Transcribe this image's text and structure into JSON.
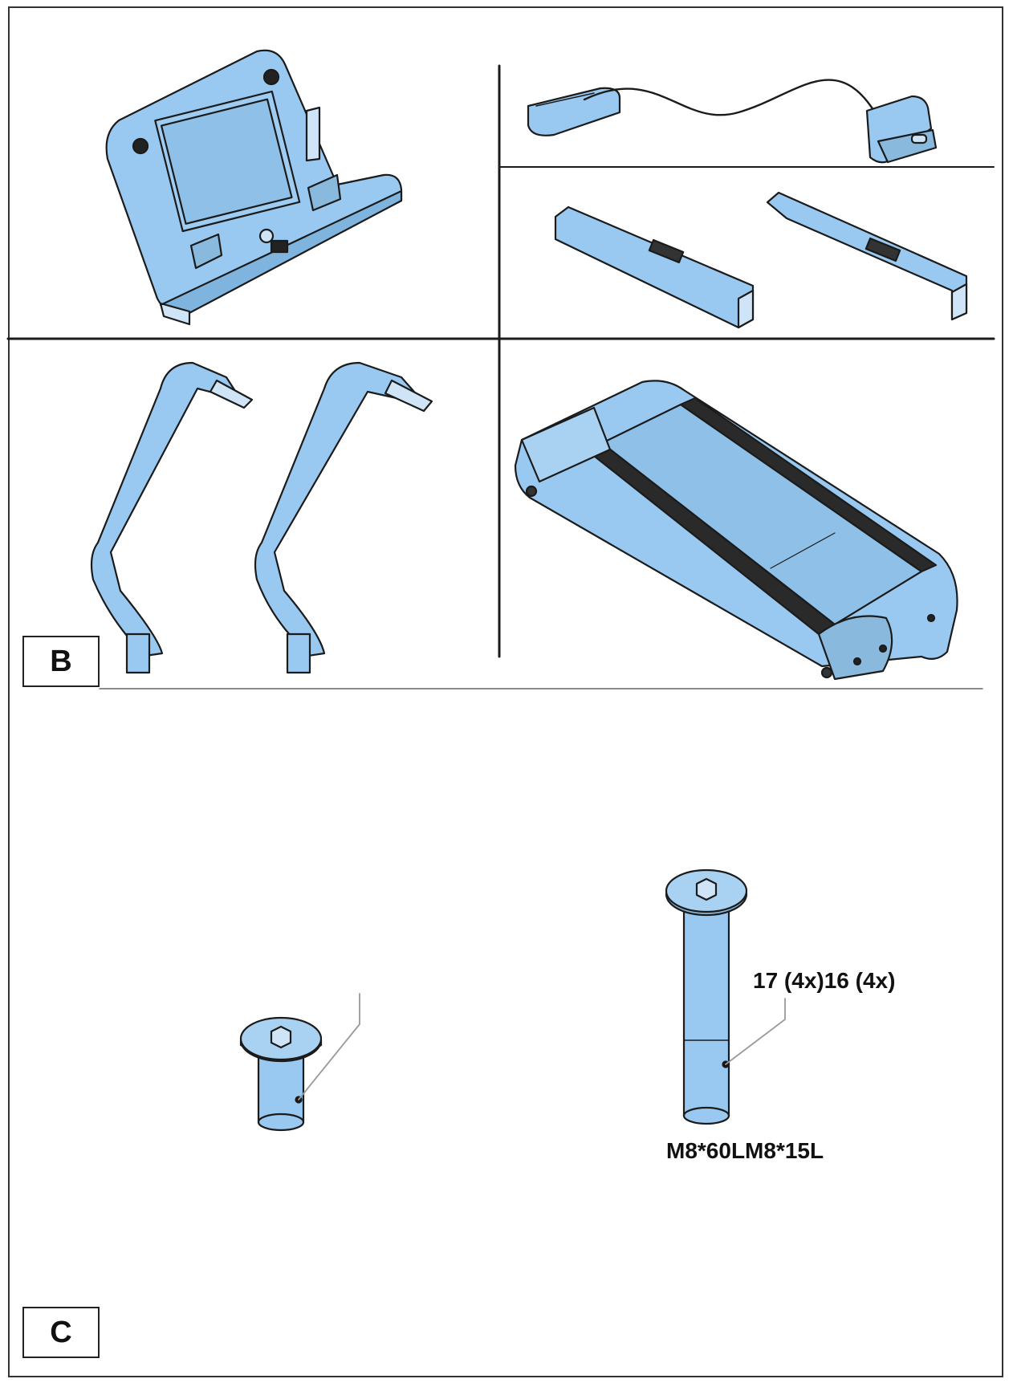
{
  "sections": {
    "b": {
      "label": "B"
    },
    "c": {
      "label": "C"
    }
  },
  "hardware": {
    "long_bolt": {
      "callout": "17 (4x)16 (4x)",
      "size": "M8*60LM8*15L"
    }
  },
  "colors": {
    "part_fill": "#99c9f0",
    "outline": "#1b1b1b",
    "frame": "#333333"
  }
}
